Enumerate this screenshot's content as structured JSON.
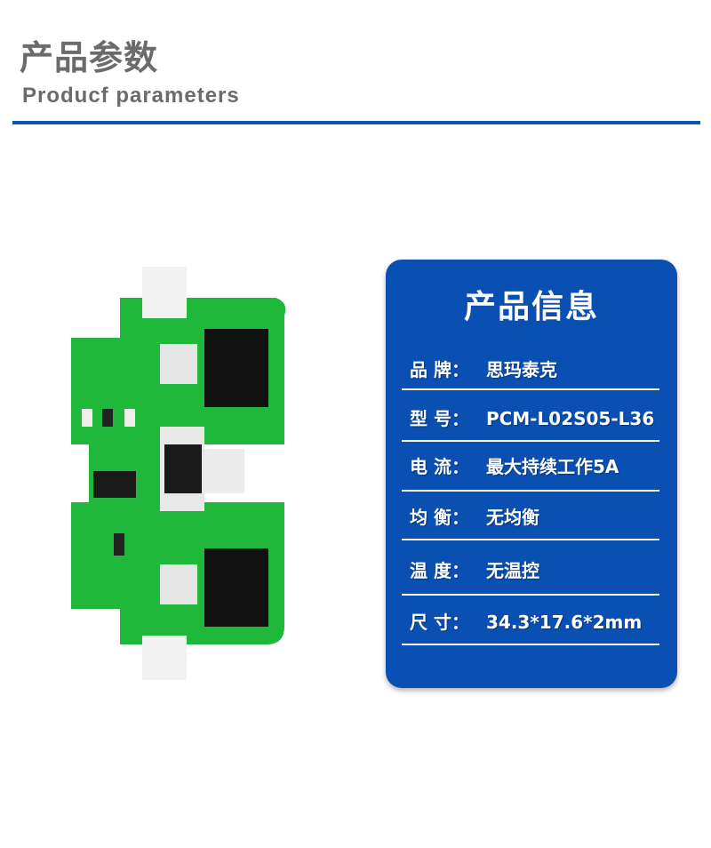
{
  "header": {
    "title_cn": "产品参数",
    "title_en": "Producf parameters"
  },
  "card": {
    "title": "产品信息",
    "rows": [
      {
        "label": "品 牌：",
        "value": "思玛泰克"
      },
      {
        "label": "型  号：",
        "value": "PCM-L02S05-L36"
      },
      {
        "label": "电  流：",
        "value": "最大持续工作5A"
      },
      {
        "label": "均  衡：",
        "value": "无均衡"
      },
      {
        "label": "温  度：",
        "value": "无温控"
      },
      {
        "label": "尺  寸：",
        "value": "34.3*17.6*2mm"
      }
    ]
  },
  "colors": {
    "accent": "#0a4fb2",
    "heading": "#6b6b6b",
    "pcb_green": "#1fb83a"
  }
}
